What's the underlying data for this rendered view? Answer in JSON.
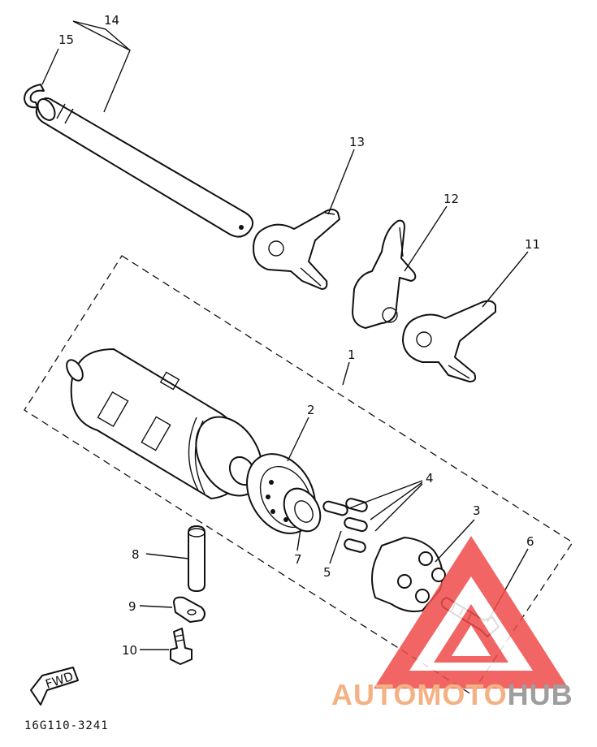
{
  "callouts": [
    "14",
    "15",
    "13",
    "12",
    "11",
    "1",
    "2",
    "4",
    "3",
    "6",
    "8",
    "7",
    "5",
    "9",
    "10"
  ],
  "fwd_label": "FWD",
  "drawing_code": "16G110-3241",
  "watermark": {
    "text_part1": "AUTOMOTO",
    "text_part2": "HUB",
    "color_triangle": "#ef4b4b",
    "color_part1": "#f4b183",
    "color_part2": "#9e9e9e"
  }
}
